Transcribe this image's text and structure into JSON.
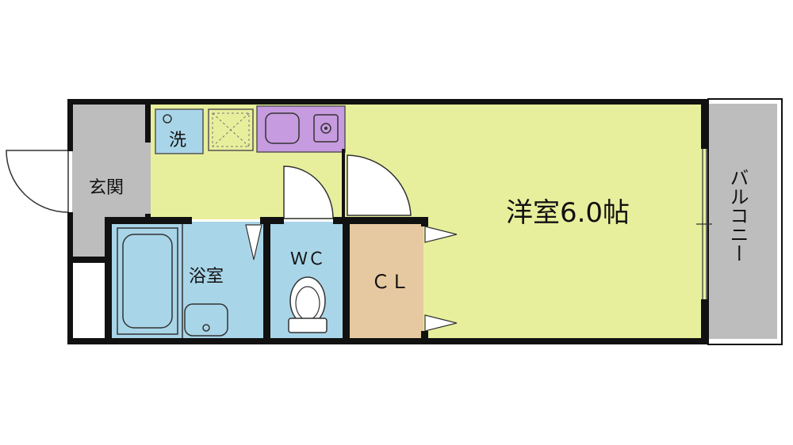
{
  "rooms": {
    "entrance": "玄関",
    "washer": "洗",
    "bath": "浴室",
    "toilet": "ＷＣ",
    "closet": "ＣＬ",
    "western_room": "洋室6.0帖",
    "balcony": "バルコニー"
  },
  "colors": {
    "western_room": "#e8ef9c",
    "bath_wc": "#a9d5e8",
    "closet": "#e6c9a0",
    "kitchen": "#c79be0",
    "entrance_balcony": "#bdbdbd",
    "wall": "#111111"
  }
}
